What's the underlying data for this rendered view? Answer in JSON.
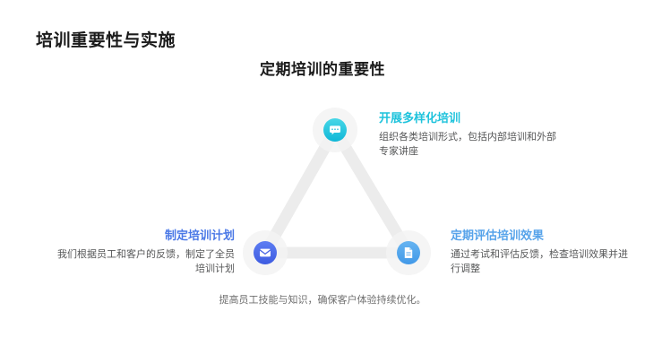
{
  "slide": {
    "title": "培训重要性与实施",
    "subtitle": "定期培训的重要性",
    "footer": "提高员工技能与知识，确保客户体验持续优化。"
  },
  "colors": {
    "accent_cyan": "#1fc3dc",
    "accent_blue": "#4a78e6",
    "accent_light_blue": "#56a3ea",
    "connector_gray": "#ececec",
    "halo_gray": "#f3f3f3",
    "title_black": "#1b1b1b",
    "desc_gray": "#565758",
    "footer_gray": "#6f6f6f"
  },
  "nodes": [
    {
      "position": "top",
      "icon": "chat-bubble-icon",
      "title": "开展多样化培训",
      "desc_lines": [
        "组织各类培训形式，包括内部培训和外部",
        "专家讲座"
      ]
    },
    {
      "position": "bottom-left",
      "icon": "mail-icon",
      "title": "制定培训计划",
      "desc_lines": [
        "我们根据员工和客户的反馈，制定了全员",
        "培训计划"
      ]
    },
    {
      "position": "bottom-right",
      "icon": "document-icon",
      "title": "定期评估培训效果",
      "desc_lines": [
        "通过考试和评估反馈，检查培训效果并进",
        "行调整"
      ]
    }
  ]
}
